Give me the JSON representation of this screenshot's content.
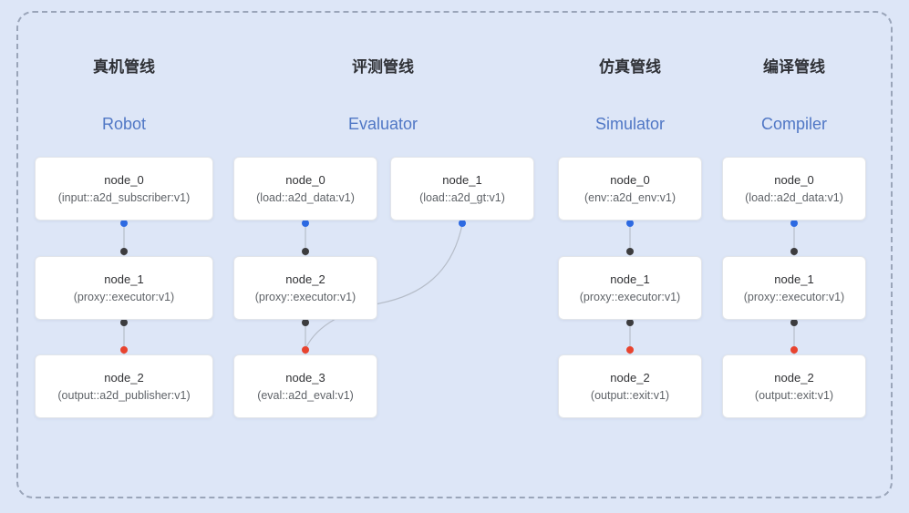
{
  "colors": {
    "background": "#dde6f7",
    "frame_border": "#9aa5b9",
    "node_bg": "#ffffff",
    "node_border": "#e2e5ea",
    "title_zh_color": "#2f3136",
    "title_en_color": "#5077c5",
    "edge_line": "#b6bdc9",
    "port_blue": "#2d6ae3",
    "port_dark": "#3c3c3e",
    "port_red": "#e8432e"
  },
  "pipelines": [
    {
      "title_zh": "真机管线",
      "title_en": "Robot",
      "nodes": [
        {
          "name": "node_0",
          "type": "(input::a2d_subscriber:v1)"
        },
        {
          "name": "node_1",
          "type": "(proxy::executor:v1)"
        },
        {
          "name": "node_2",
          "type": "(output::a2d_publisher:v1)"
        }
      ]
    },
    {
      "title_zh": "评测管线",
      "title_en": "Evaluator",
      "nodes": [
        {
          "name": "node_0",
          "type": "(load::a2d_data:v1)"
        },
        {
          "name": "node_1",
          "type": "(load::a2d_gt:v1)"
        },
        {
          "name": "node_2",
          "type": "(proxy::executor:v1)"
        },
        {
          "name": "node_3",
          "type": "(eval::a2d_eval:v1)"
        }
      ]
    },
    {
      "title_zh": "仿真管线",
      "title_en": "Simulator",
      "nodes": [
        {
          "name": "node_0",
          "type": "(env::a2d_env:v1)"
        },
        {
          "name": "node_1",
          "type": "(proxy::executor:v1)"
        },
        {
          "name": "node_2",
          "type": "(output::exit:v1)"
        }
      ]
    },
    {
      "title_zh": "编译管线",
      "title_en": "Compiler",
      "nodes": [
        {
          "name": "node_0",
          "type": "(load::a2d_data:v1)"
        },
        {
          "name": "node_1",
          "type": "(proxy::executor:v1)"
        },
        {
          "name": "node_2",
          "type": "(output::exit:v1)"
        }
      ]
    }
  ],
  "edges": [
    {
      "pipeline": "Robot",
      "from": "node_0",
      "to": "node_1"
    },
    {
      "pipeline": "Robot",
      "from": "node_1",
      "to": "node_2"
    },
    {
      "pipeline": "Evaluator",
      "from": "node_0",
      "to": "node_2"
    },
    {
      "pipeline": "Evaluator",
      "from": "node_1",
      "to": "node_3"
    },
    {
      "pipeline": "Evaluator",
      "from": "node_2",
      "to": "node_3"
    },
    {
      "pipeline": "Simulator",
      "from": "node_0",
      "to": "node_1"
    },
    {
      "pipeline": "Simulator",
      "from": "node_1",
      "to": "node_2"
    },
    {
      "pipeline": "Compiler",
      "from": "node_0",
      "to": "node_1"
    },
    {
      "pipeline": "Compiler",
      "from": "node_1",
      "to": "node_2"
    }
  ]
}
